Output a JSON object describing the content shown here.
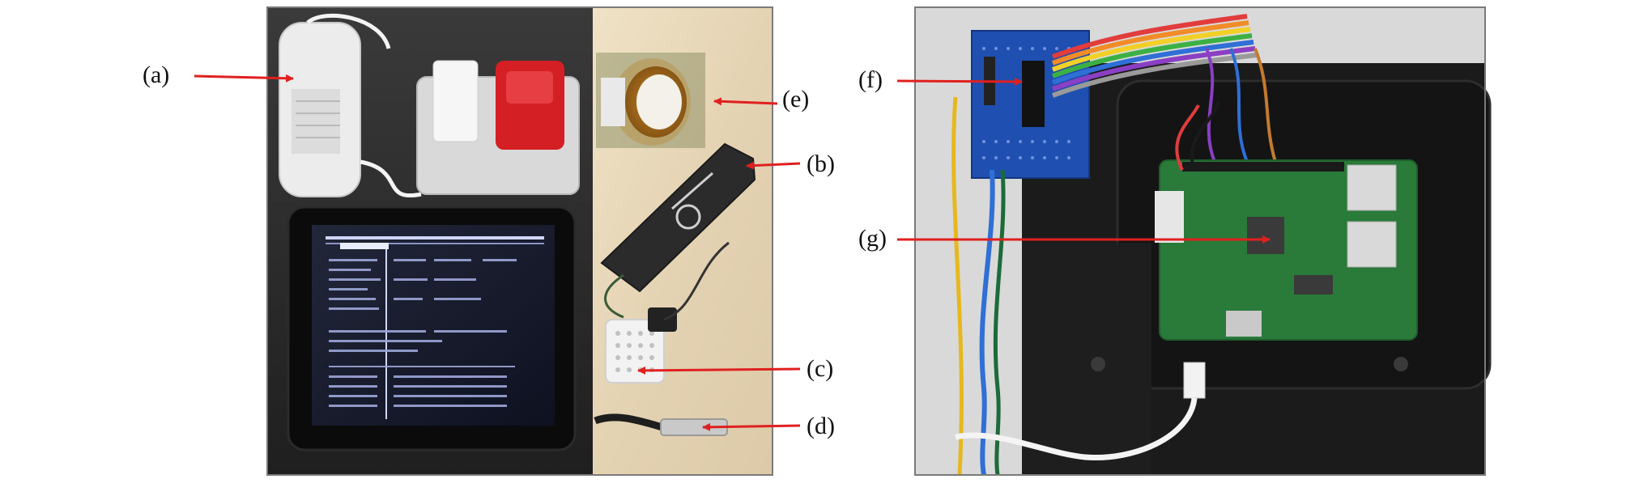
{
  "figure": {
    "labels": {
      "a": "(a)",
      "b": "(b)",
      "c": "(c)",
      "d": "(d)",
      "e": "(e)",
      "f": "(f)",
      "g": "(g)"
    },
    "colors": {
      "arrow": "#e0201f",
      "panel_border": "#7a7a7a",
      "wood": "#e6d6b8",
      "board_green": "#2a7a3a",
      "case_black": "#1b1b1b"
    }
  }
}
